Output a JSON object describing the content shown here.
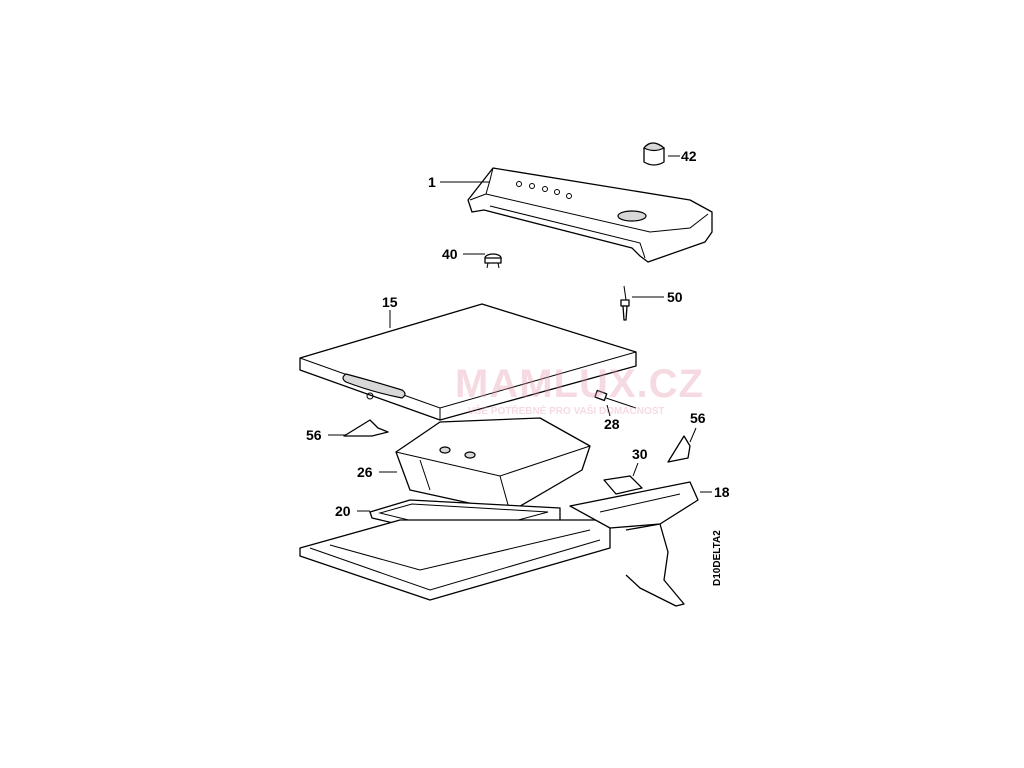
{
  "labels": {
    "p42": "42",
    "p1": "1",
    "p40": "40",
    "p50": "50",
    "p15": "15",
    "p28": "28",
    "p56a": "56",
    "p56b": "56",
    "p30": "30",
    "p26": "26",
    "p18": "18",
    "p20": "20"
  },
  "drawing_code": "D10DELTA2",
  "watermark": {
    "brand": "MAMLUX.CZ",
    "tagline": "VŠE POTŘEBNÉ PRO VAŠI DOMÁCNOST"
  }
}
